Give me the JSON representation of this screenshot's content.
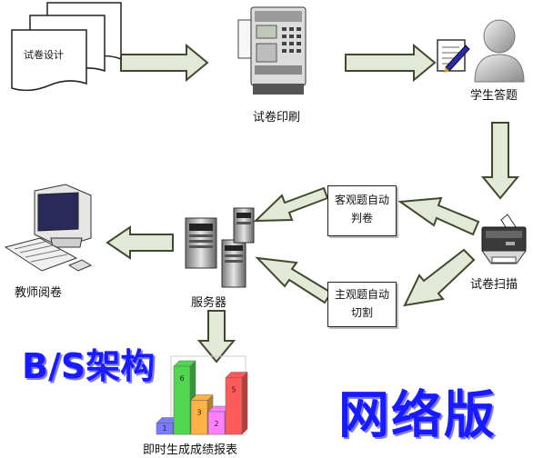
{
  "nodes": {
    "paper_design": "试卷设计",
    "print": "试卷印刷",
    "student_answer": "学生答题",
    "scan": "试卷扫描",
    "objective_box": [
      "客观题自动",
      "判卷"
    ],
    "subjective_box": [
      "主观题自动",
      "切割"
    ],
    "server": "服务器",
    "teacher": "教师阅卷",
    "report": "即时生成成绩报表"
  },
  "banner": {
    "bs": "B/S架构",
    "network": "网络版"
  },
  "report_bars": {
    "values": [
      1,
      6,
      3,
      2,
      5
    ],
    "colors": [
      "#7b7bff",
      "#4fd84f",
      "#ffb347",
      "#ff7fff",
      "#ff5a5a"
    ]
  },
  "colors": {
    "arrow": "#e4e8d6",
    "arrow_stroke": "#3f4a2d",
    "banner": "#1a1aff"
  }
}
